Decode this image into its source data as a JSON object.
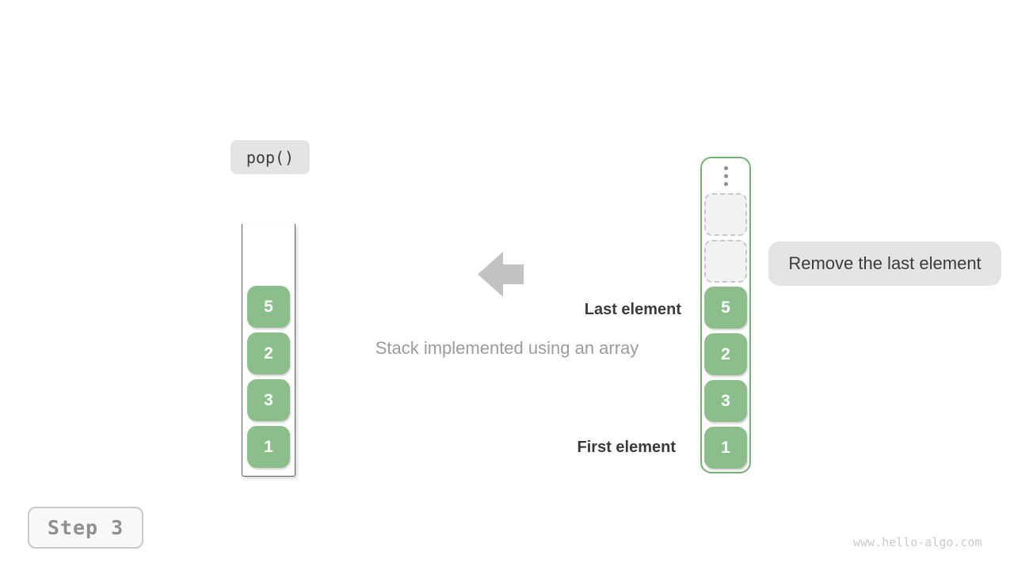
{
  "colors": {
    "green_fill": "#8CBE8C",
    "green_border": "#74B274",
    "slot_bg": "#F2F2F2",
    "slot_border": "#C9C9C9",
    "container_border": "#5E5E5E",
    "arrow": "#C2C2C2",
    "label_box_bg": "#E4E4E4",
    "dark_text": "#3B3B3B",
    "muted_text": "#9C9C9C",
    "step_text": "#8F8F8F",
    "watermark_text": "#CBCBCB"
  },
  "operation": {
    "label": "pop()"
  },
  "labels": {
    "last": "Last element",
    "first": "First element",
    "caption": "Stack implemented using an array",
    "remove": "Remove the last element"
  },
  "left_stack": {
    "items": [
      "5",
      "2",
      "3",
      "1"
    ]
  },
  "right_stack": {
    "overflow_icon": "vertical-ellipsis",
    "empty_slot_count": 2,
    "items": [
      "5",
      "2",
      "3",
      "1"
    ]
  },
  "step": {
    "label": "Step 3"
  },
  "watermark": "www.hello-algo.com"
}
